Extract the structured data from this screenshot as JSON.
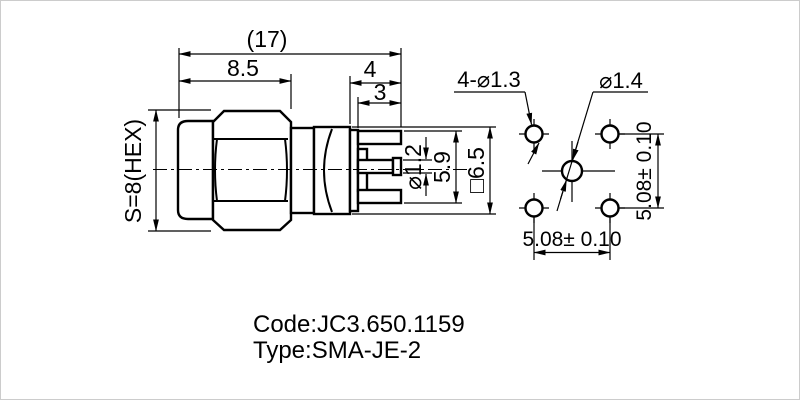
{
  "drawing_title": "SMA connector dimension drawing",
  "side_view": {
    "dims": {
      "total_length": "(17)",
      "body_length": "8.5",
      "tail_section": "4",
      "leg_length": "3",
      "hex_size": "S=8(HEX)",
      "pin_diameter": "⌀1.2",
      "leg_span": "5.9",
      "flange_square": "□6.5"
    }
  },
  "footprint_view": {
    "dims": {
      "corner_holes": "4-⌀1.3",
      "center_hole": "⌀1.4",
      "pitch_horizontal": "5.08± 0.10",
      "pitch_vertical": "5.08± 0.10"
    }
  },
  "caption": {
    "code": "Code:JC3.650.1159",
    "type": "Type:SMA-JE-2"
  },
  "colors": {
    "ink": "#000000",
    "background": "#ffffff",
    "border": "#cccccc"
  }
}
